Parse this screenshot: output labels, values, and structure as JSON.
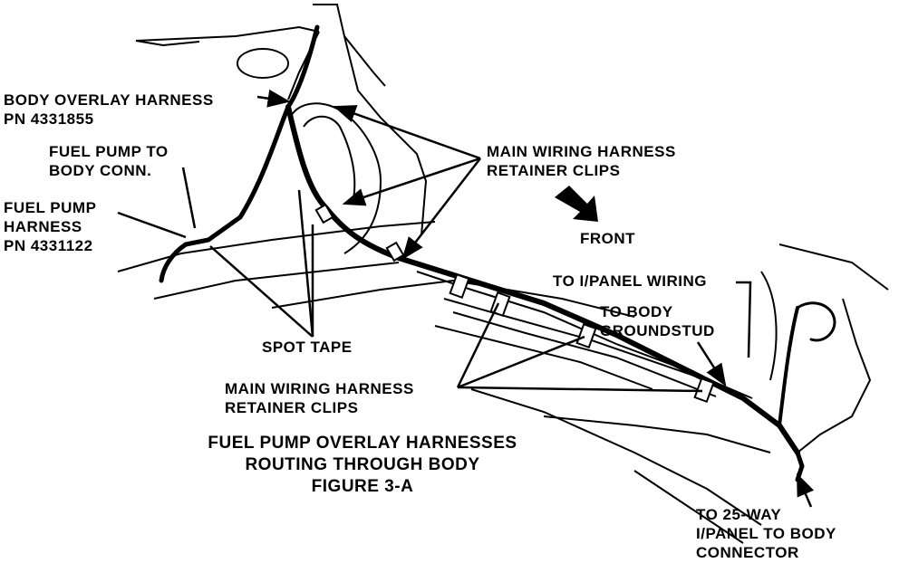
{
  "labels": {
    "body_overlay_harness": "BODY OVERLAY HARNESS",
    "body_overlay_pn": "PN 4331855",
    "fuel_pump_to_line1": "FUEL PUMP TO",
    "fuel_pump_to_line2": "BODY CONN.",
    "fuel_pump_harness_line1": "FUEL PUMP",
    "fuel_pump_harness_line2": "HARNESS",
    "fuel_pump_harness_pn": "PN 4331122",
    "main_clips_upper_line1": "MAIN WIRING HARNESS",
    "main_clips_upper_line2": "RETAINER CLIPS",
    "front": "FRONT",
    "to_ipanel_wiring": "TO I/PANEL WIRING",
    "to_body_line1": "TO BODY",
    "to_body_line2": "GROUNDSTUD",
    "spot_tape": "SPOT TAPE",
    "main_clips_lower_line1": "MAIN WIRING HARNESS",
    "main_clips_lower_line2": "RETAINER CLIPS",
    "to_25way_line1": "TO 25-WAY",
    "to_25way_line2": "I/PANEL TO BODY",
    "to_25way_line3": "CONNECTOR"
  },
  "caption": {
    "line1": "FUEL PUMP OVERLAY HARNESSES",
    "line2": "ROUTING THROUGH BODY",
    "line3": "FIGURE 3-A"
  },
  "colors": {
    "ink": "#000000",
    "paper": "#ffffff"
  }
}
